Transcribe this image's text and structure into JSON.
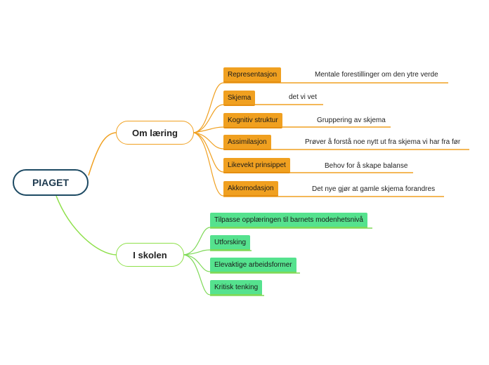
{
  "root": {
    "label": "PIAGET"
  },
  "branches": [
    {
      "label": "Om læring",
      "color": "#f0a020",
      "items": [
        {
          "label": "Representasjon",
          "note": "Mentale forestillinger om den ytre verde"
        },
        {
          "label": "Skjema",
          "note": "det vi vet"
        },
        {
          "label": "Kognitiv struktur",
          "note": "Gruppering av skjema"
        },
        {
          "label": "Assimilasjon",
          "note": "Prøver å forstå noe nytt ut fra skjema vi har fra før"
        },
        {
          "label": "Likevekt prinsippet",
          "note": "Behov for å skape balanse"
        },
        {
          "label": "Akkomodasjon",
          "note": "Det nye gjør at gamle skjema forandres"
        }
      ]
    },
    {
      "label": "I skolen",
      "color": "#7ed957",
      "items": [
        {
          "label": "Tilpasse opplæringen til barnets modenhetsnivå"
        },
        {
          "label": "Utforsking"
        },
        {
          "label": "Elevaktige arbeidsformer"
        },
        {
          "label": "Kritisk tenking"
        }
      ]
    }
  ],
  "colors": {
    "root_border": "#1d4a63",
    "orange": "#f0a020",
    "green_fill": "#55e28e",
    "green_line": "#7ed957"
  }
}
